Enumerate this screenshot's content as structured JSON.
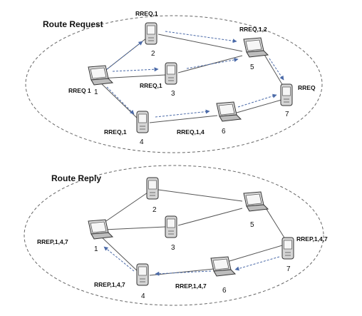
{
  "panels": [
    {
      "title": "Route Request",
      "nodes": [
        {
          "id": "1",
          "kind": "laptop"
        },
        {
          "id": "2",
          "kind": "phone"
        },
        {
          "id": "3",
          "kind": "phone"
        },
        {
          "id": "4",
          "kind": "phone"
        },
        {
          "id": "5",
          "kind": "laptop"
        },
        {
          "id": "6",
          "kind": "laptop"
        },
        {
          "id": "7",
          "kind": "phone"
        }
      ],
      "links": [
        [
          "1",
          "2"
        ],
        [
          "1",
          "3"
        ],
        [
          "1",
          "4"
        ],
        [
          "2",
          "5"
        ],
        [
          "3",
          "5"
        ],
        [
          "4",
          "6"
        ],
        [
          "5",
          "7"
        ],
        [
          "6",
          "7"
        ]
      ],
      "messages": [
        [
          "1",
          "2"
        ],
        [
          "1",
          "3"
        ],
        [
          "1",
          "4"
        ],
        [
          "2",
          "5"
        ],
        [
          "3",
          "5"
        ],
        [
          "4",
          "6"
        ],
        [
          "5",
          "7"
        ],
        [
          "6",
          "7"
        ]
      ],
      "labels": [
        "RREQ,1",
        "RREQ,1,2",
        "RREQ 1",
        "RREQ,1",
        "RREQ",
        "RREQ,1",
        "RREQ,1,4"
      ]
    },
    {
      "title": "Route Reply",
      "nodes": [
        {
          "id": "1",
          "kind": "laptop"
        },
        {
          "id": "2",
          "kind": "phone"
        },
        {
          "id": "3",
          "kind": "phone"
        },
        {
          "id": "4",
          "kind": "phone"
        },
        {
          "id": "5",
          "kind": "laptop"
        },
        {
          "id": "6",
          "kind": "laptop"
        },
        {
          "id": "7",
          "kind": "phone"
        }
      ],
      "links": [
        [
          "1",
          "2"
        ],
        [
          "1",
          "3"
        ],
        [
          "1",
          "4"
        ],
        [
          "2",
          "5"
        ],
        [
          "3",
          "5"
        ],
        [
          "4",
          "6"
        ],
        [
          "5",
          "7"
        ],
        [
          "6",
          "7"
        ]
      ],
      "messages": [
        [
          "7",
          "6"
        ],
        [
          "6",
          "4"
        ],
        [
          "4",
          "1"
        ]
      ],
      "labels": [
        "RREP,1,4,7",
        "RREP,1,4,7",
        "RREP,1,4,7",
        "RREP,1,4,7"
      ]
    }
  ]
}
